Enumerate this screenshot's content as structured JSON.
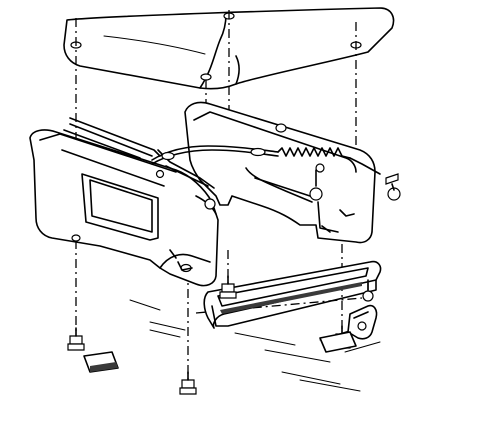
{
  "figure": {
    "kind": "exploded-view line drawing",
    "parts": [
      "seat-cushion",
      "left-seat-bracket",
      "right-seat-bracket",
      "seat-adjuster-cable",
      "return-spring",
      "lower-track-rail",
      "mounting-bolts",
      "mounting-nuts",
      "floor-studs"
    ],
    "line_color": "#000000",
    "background_color": "#ffffff"
  }
}
